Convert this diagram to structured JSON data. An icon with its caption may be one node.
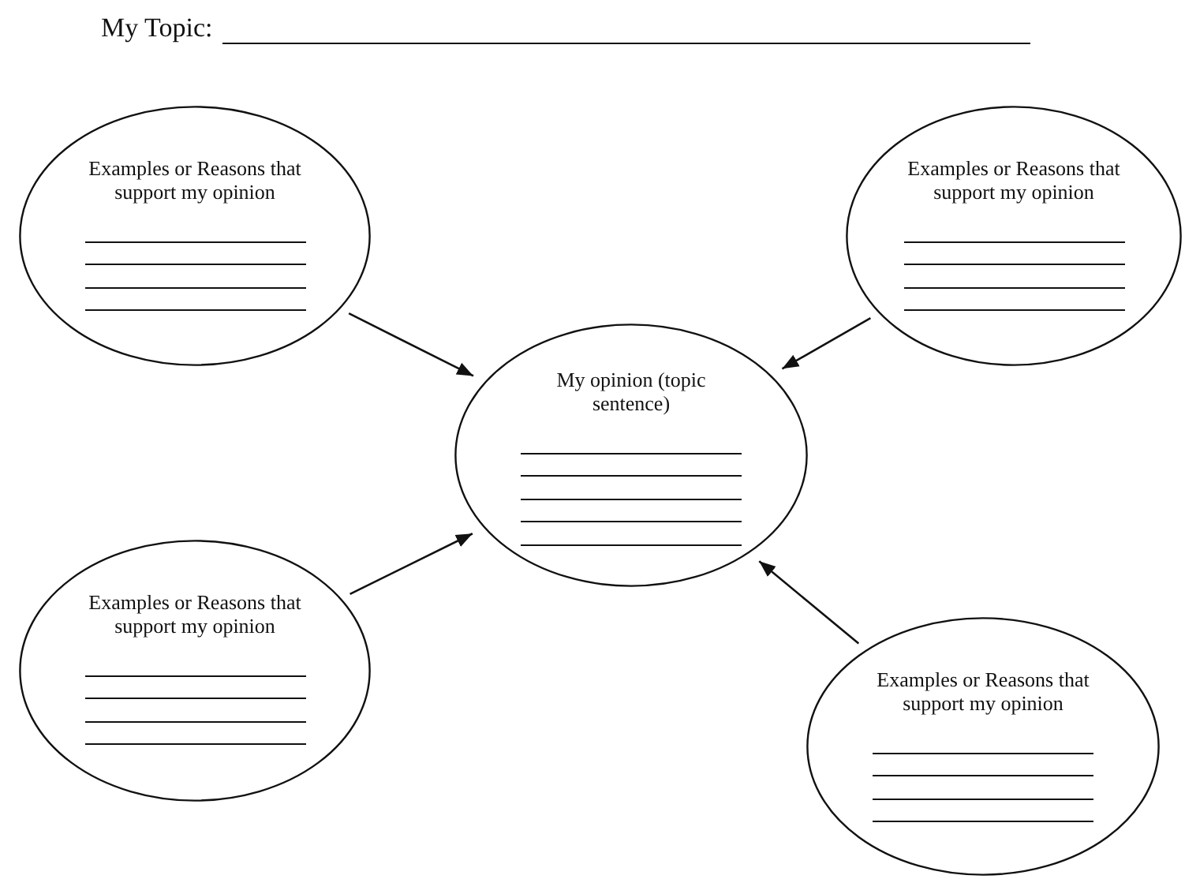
{
  "diagram": {
    "title": "My Topic:",
    "nodes": [
      {
        "text": [
          "Examples or Reasons that support my opinion"
        ]
      },
      {
        "text": [
          "Examples or Reasons that support my opinion"
        ]
      },
      {
        "text": [
          "My opinion (topic sentence)"
        ]
      },
      {
        "text": [
          "Examples or Reasons that support my opinion"
        ]
      },
      {
        "text": [
          "Examples or Reasons that support my opinion"
        ]
      }
    ],
    "edges": [
      {
        "from": 0,
        "to": 2,
        "arrow": "to"
      },
      {
        "from": 1,
        "to": 2,
        "arrow": "to"
      },
      {
        "from": 3,
        "to": 2,
        "arrow": "to"
      },
      {
        "from": 4,
        "to": 2,
        "arrow": "to"
      }
    ]
  }
}
